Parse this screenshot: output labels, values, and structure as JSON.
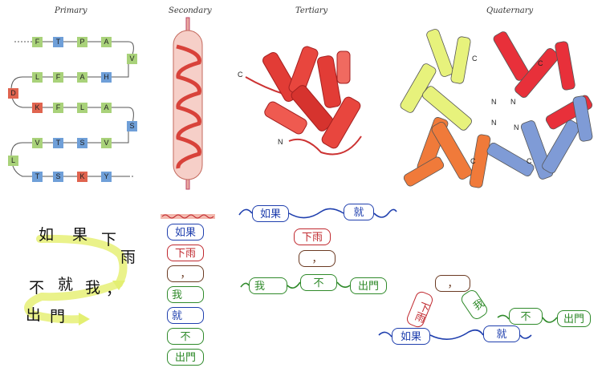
{
  "headers": {
    "primary": "Primary",
    "secondary": "Secondary",
    "tertiary": "Tertiary",
    "quaternary": "Quaternary"
  },
  "primary": {
    "row1": [
      "F",
      "T",
      "P",
      "A"
    ],
    "row1_end": "V",
    "row2": [
      "L",
      "F",
      "A",
      "H"
    ],
    "left_turn": "D",
    "row3": [
      "K",
      "F",
      "L",
      "A"
    ],
    "row3_end": "S",
    "row4": [
      "V",
      "T",
      "S",
      "V"
    ],
    "left_turn2": "L",
    "row5": [
      "T",
      "S",
      "K",
      "Y"
    ]
  },
  "tertiary": {
    "c_label": "C",
    "n_label": "N"
  },
  "quaternary": {
    "labels": [
      "C",
      "C",
      "N",
      "N",
      "N",
      "C",
      "C",
      "N"
    ]
  },
  "sentence": {
    "chars": [
      "如",
      "果",
      "下",
      "雨",
      "，",
      "我",
      "就",
      "不",
      "出",
      "門"
    ]
  },
  "column": [
    "如果",
    "下雨",
    "，",
    "我",
    "就",
    "不",
    "出門"
  ],
  "flat": {
    "top_left": "如果",
    "top_right": "就",
    "red": "下雨",
    "comma": "，",
    "left": "我",
    "mid": "不",
    "right": "出門"
  },
  "tree": {
    "comma": "，",
    "red": "下雨",
    "wo": "我",
    "bu": "不",
    "chu": "出門",
    "ruguo": "如果",
    "jiu": "就"
  },
  "colors": {
    "blue": "#1f3fae",
    "red": "#c0282e",
    "brown": "#6b3a22",
    "green": "#2f8a2a",
    "helix": "#e8312f",
    "yellow": "#eaf28a"
  }
}
